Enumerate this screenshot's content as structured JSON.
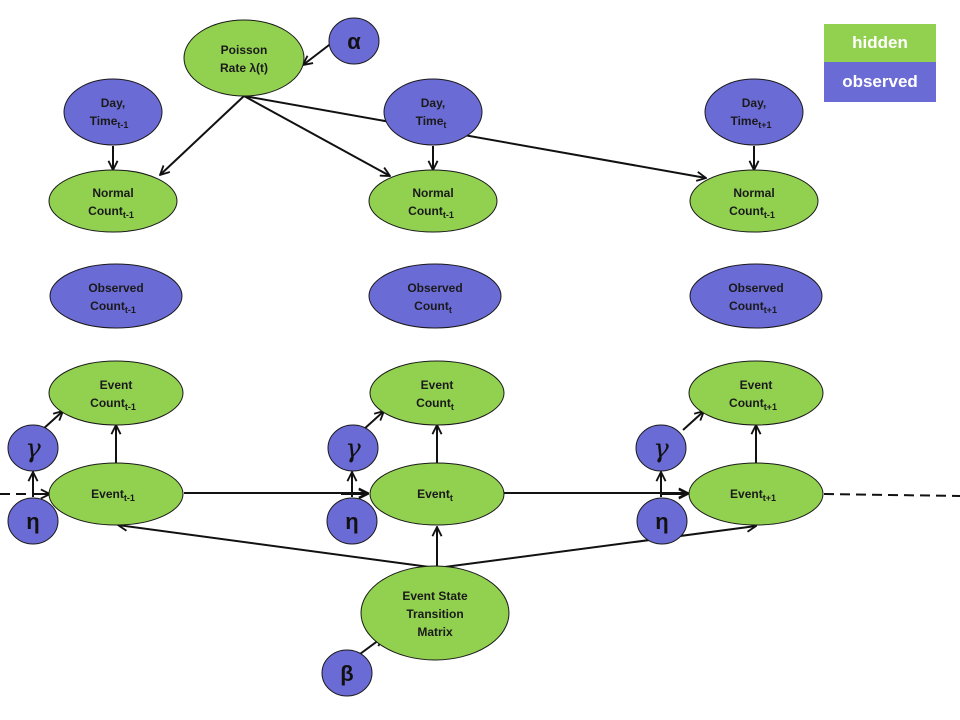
{
  "colors": {
    "hidden": "#92d050",
    "observed": "#6b6bd6",
    "stroke": "#1a1a1a"
  },
  "legend": {
    "hidden_label": "hidden",
    "observed_label": "observed"
  },
  "params": {
    "alpha": "α",
    "beta": "β",
    "gamma": "γ",
    "eta": "η"
  },
  "nodes": {
    "poisson": {
      "line1": "Poisson",
      "line2": "Rate λ(t)"
    },
    "day_prev": {
      "line1": "Day,",
      "line2": "Time",
      "sub": "t-1"
    },
    "day_cur": {
      "line1": "Day,",
      "line2": "Time",
      "sub": "t"
    },
    "day_next": {
      "line1": "Day,",
      "line2": "Time",
      "sub": "t+1"
    },
    "normal_prev": {
      "line1": "Normal",
      "line2": "Count",
      "sub": "t-1"
    },
    "normal_cur": {
      "line1": "Normal",
      "line2": "Count",
      "sub": "t-1"
    },
    "normal_next": {
      "line1": "Normal",
      "line2": "Count",
      "sub": "t-1"
    },
    "observed_prev": {
      "line1": "Observed",
      "line2": "Count",
      "sub": "t-1"
    },
    "observed_cur": {
      "line1": "Observed",
      "line2": "Count",
      "sub": "t"
    },
    "observed_next": {
      "line1": "Observed",
      "line2": "Count",
      "sub": "t+1"
    },
    "eventcount_prev": {
      "line1": "Event",
      "line2": "Count",
      "sub": "t-1"
    },
    "eventcount_cur": {
      "line1": "Event",
      "line2": "Count",
      "sub": "t"
    },
    "eventcount_next": {
      "line1": "Event",
      "line2": "Count",
      "sub": "t+1"
    },
    "event_prev": {
      "line1": "Event",
      "sub": "t-1"
    },
    "event_cur": {
      "line1": "Event",
      "sub": "t"
    },
    "event_next": {
      "line1": "Event",
      "sub": "t+1"
    },
    "transition": {
      "line1": "Event State",
      "line2": "Transition",
      "line3": "Matrix"
    }
  }
}
